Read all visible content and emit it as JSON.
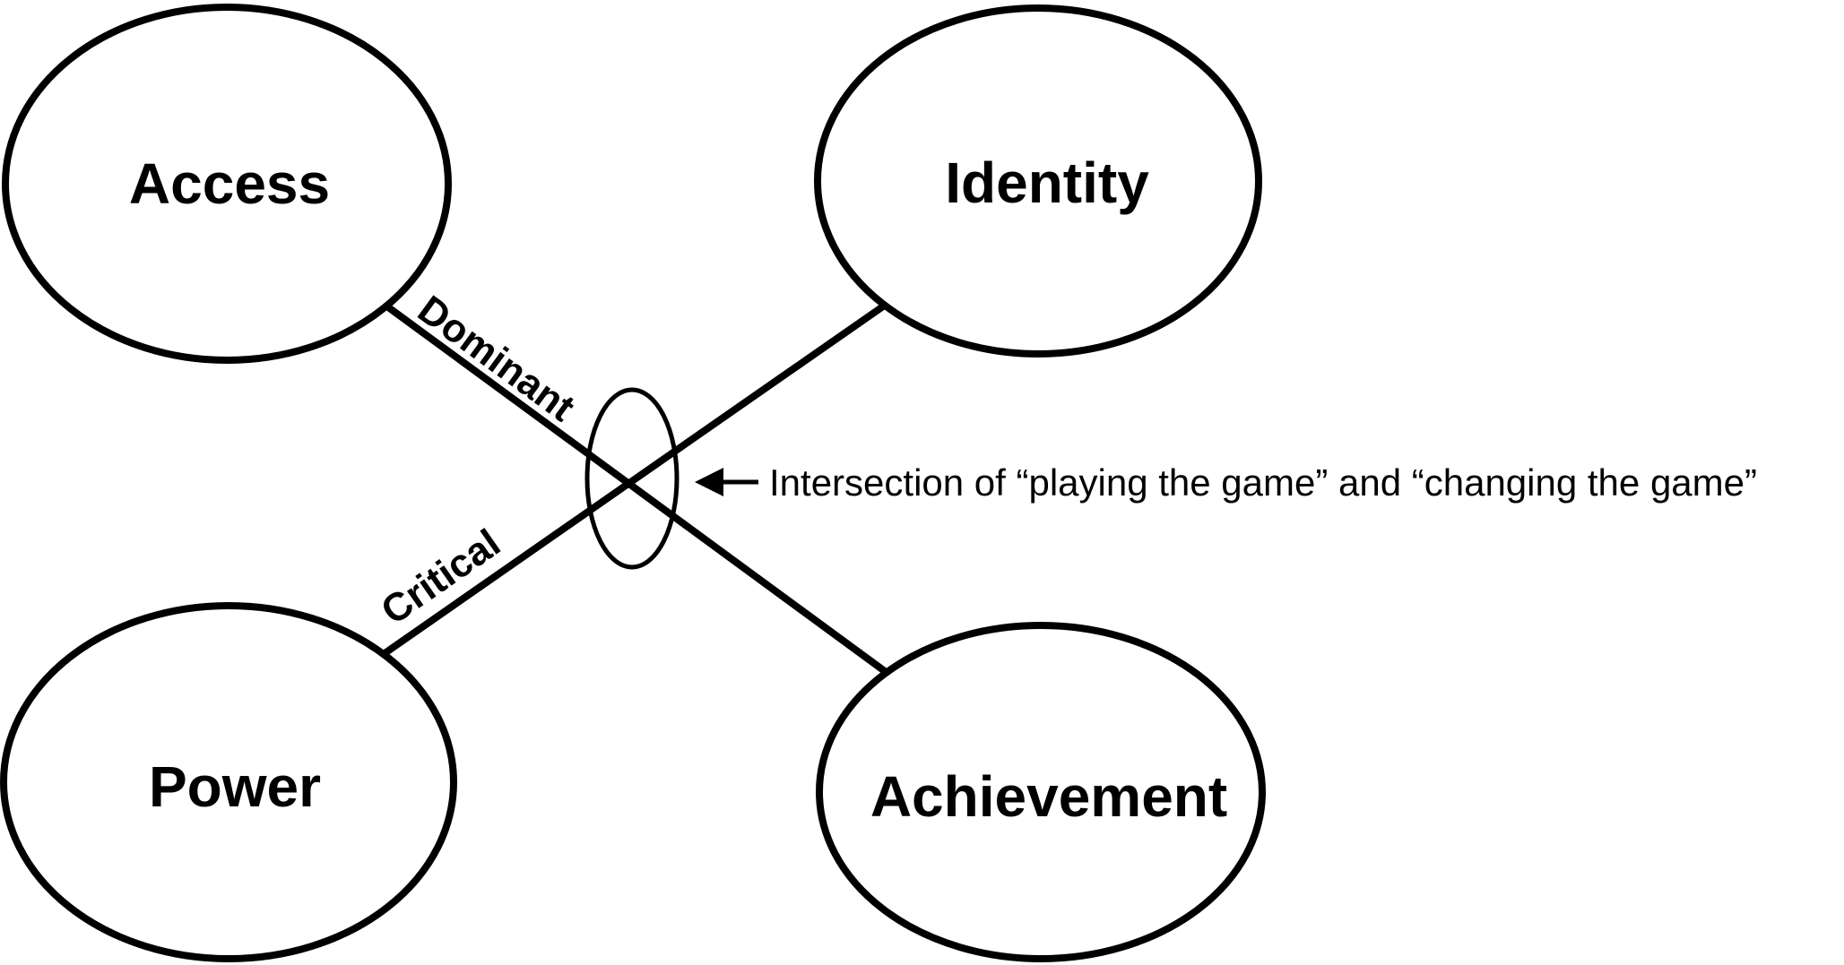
{
  "diagram": {
    "title": "Intersection of playing the game and changing the game diagram",
    "nodes": {
      "access": {
        "label": "Access"
      },
      "identity": {
        "label": "Identity"
      },
      "power": {
        "label": "Power"
      },
      "achievement": {
        "label": "Achievement"
      }
    },
    "edges": {
      "dominant": {
        "label": "Dominant",
        "from": "Access",
        "to": "Achievement"
      },
      "critical": {
        "label": "Critical",
        "from": "Power",
        "to": "Identity"
      }
    },
    "annotation": {
      "text": "Intersection of “playing the game” and “changing the game”",
      "arrow_icon": "left-arrow"
    },
    "colors": {
      "background": "#ffffff",
      "stroke": "#000000",
      "text": "#000000"
    }
  }
}
